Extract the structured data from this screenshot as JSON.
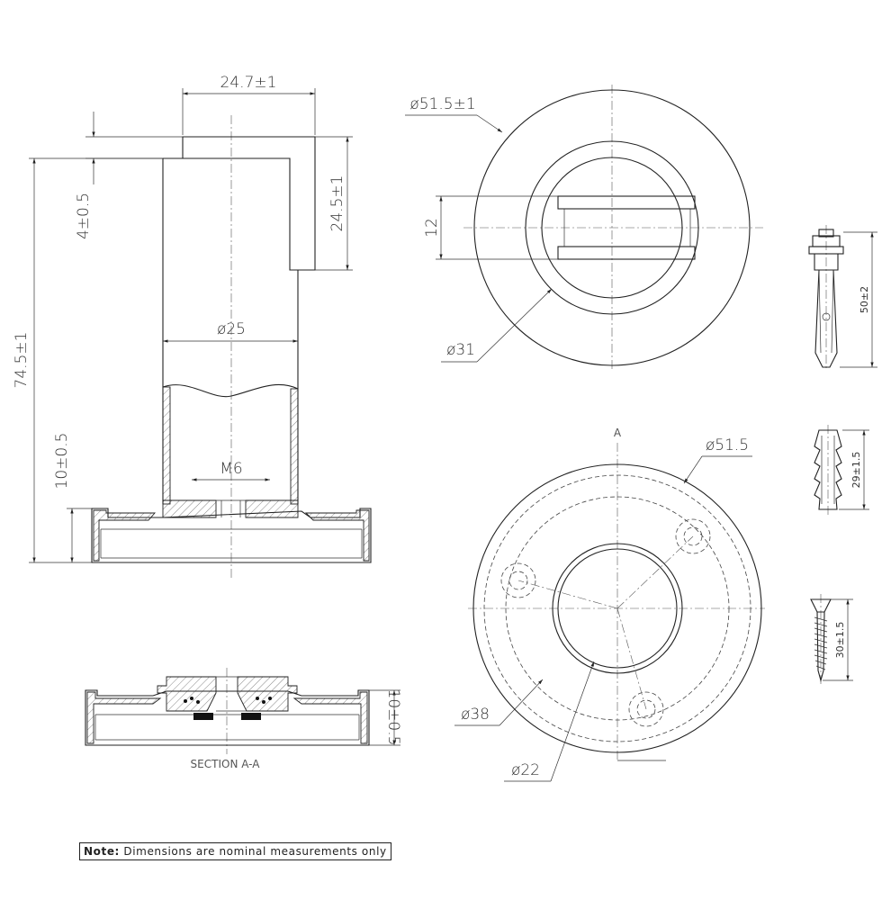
{
  "dimensions": {
    "top_width": "24.7±1",
    "plate_offset": "4±0.5",
    "leg_overall_height": "74.5±1",
    "hook_height": "24.5±1",
    "tube_diameter": "ø25",
    "base_height": "10±0.5",
    "thread": "M6",
    "top_outer_diameter": "ø51.5±1",
    "slot_width": "12",
    "inner_diameter": "ø31",
    "bolt_length": "50±2",
    "plug_length": "29±1.5",
    "screw_length": "30±1.5",
    "base_outer_diameter": "ø51.5",
    "pcd_diameter": "ø38",
    "bore_diameter": "ø22",
    "section_height": "10±0.5"
  },
  "labels": {
    "section_marker": "A",
    "section_caption": "SECTION A-A"
  },
  "note": {
    "label": "Note:",
    "text": "Dimensions are nominal measurements only"
  }
}
